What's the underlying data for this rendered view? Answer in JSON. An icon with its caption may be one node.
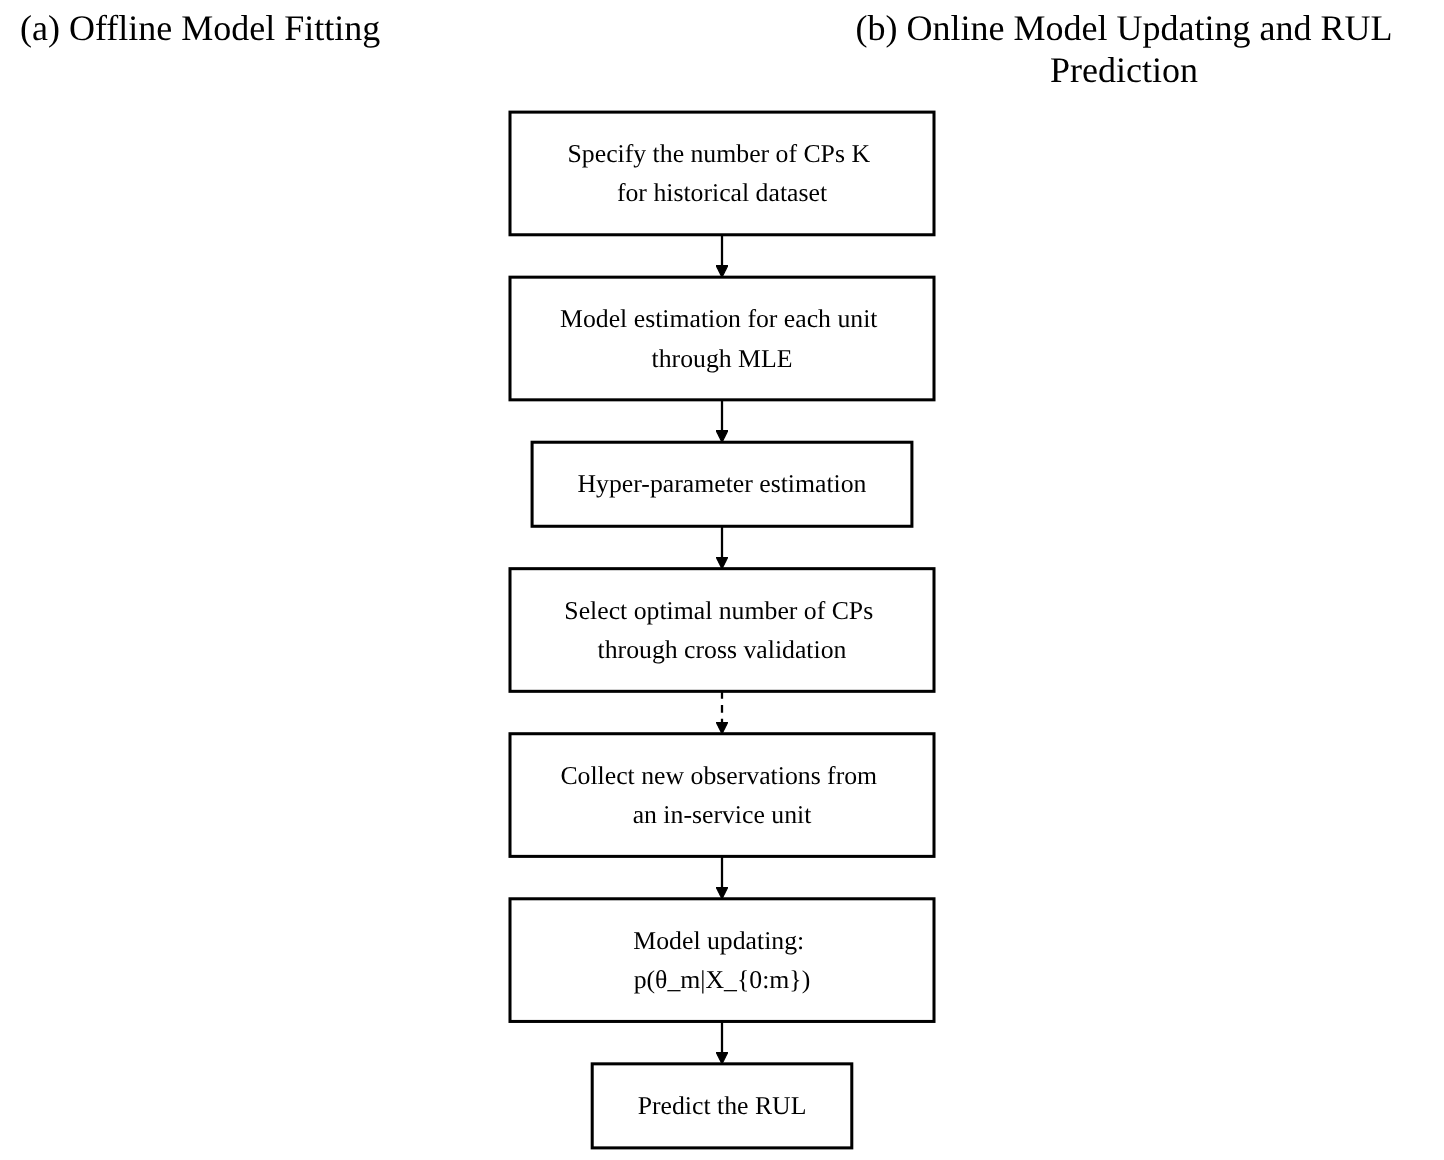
{
  "diagram": {
    "nodes": [
      {
        "text": [
          "Specify the number of CPs K for historical dataset"
        ]
      },
      {
        "text": [
          "Model estimation for each unit through MLE"
        ]
      },
      {
        "text": [
          "Hyper-parameter estimation"
        ]
      },
      {
        "text": [
          "Select optimal number of CPs through cross validation"
        ]
      },
      {
        "text": [
          "Collect new observations from an in-service unit"
        ]
      },
      {
        "text": [
          "Model updating: p(θ_m|X_{0:m})"
        ]
      },
      {
        "text": [
          "Predict the RUL"
        ]
      }
    ],
    "edges": [
      {
        "from": 0,
        "to": 1,
        "arrow": "to"
      },
      {
        "from": 1,
        "to": 2,
        "arrow": "to"
      },
      {
        "from": 2,
        "to": 3,
        "arrow": "to"
      },
      {
        "from": 3,
        "to": 4,
        "arrow": "to",
        "style": "dashed"
      },
      {
        "from": 4,
        "to": 5,
        "arrow": "to"
      },
      {
        "from": 5,
        "to": 6,
        "arrow": "to"
      }
    ],
    "labels": [
      "(a) Offline Model Fitting",
      "(b) Online Model Updating and RUL Prediction"
    ]
  }
}
